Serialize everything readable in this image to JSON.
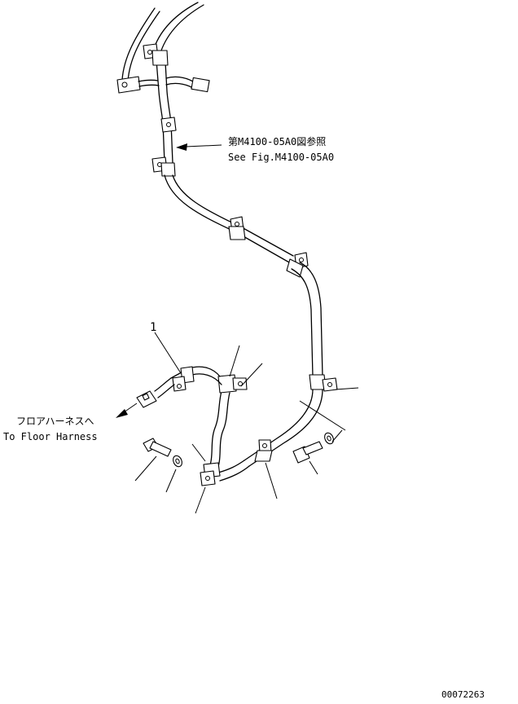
{
  "callouts": {
    "ref_ja": "第M4100-05A0図参照",
    "ref_en": "See Fig.M4100-05A0",
    "floor_ja": "フロアハーネスへ",
    "floor_en": "To Floor Harness",
    "item_number": "1"
  },
  "drawing_number": "00072263",
  "colors": {
    "line": "#000000",
    "background": "#ffffff"
  },
  "icons": [
    "arrow-left-icon",
    "harness-clamp-icon",
    "bolt-icon",
    "washer-icon",
    "connector-icon"
  ]
}
